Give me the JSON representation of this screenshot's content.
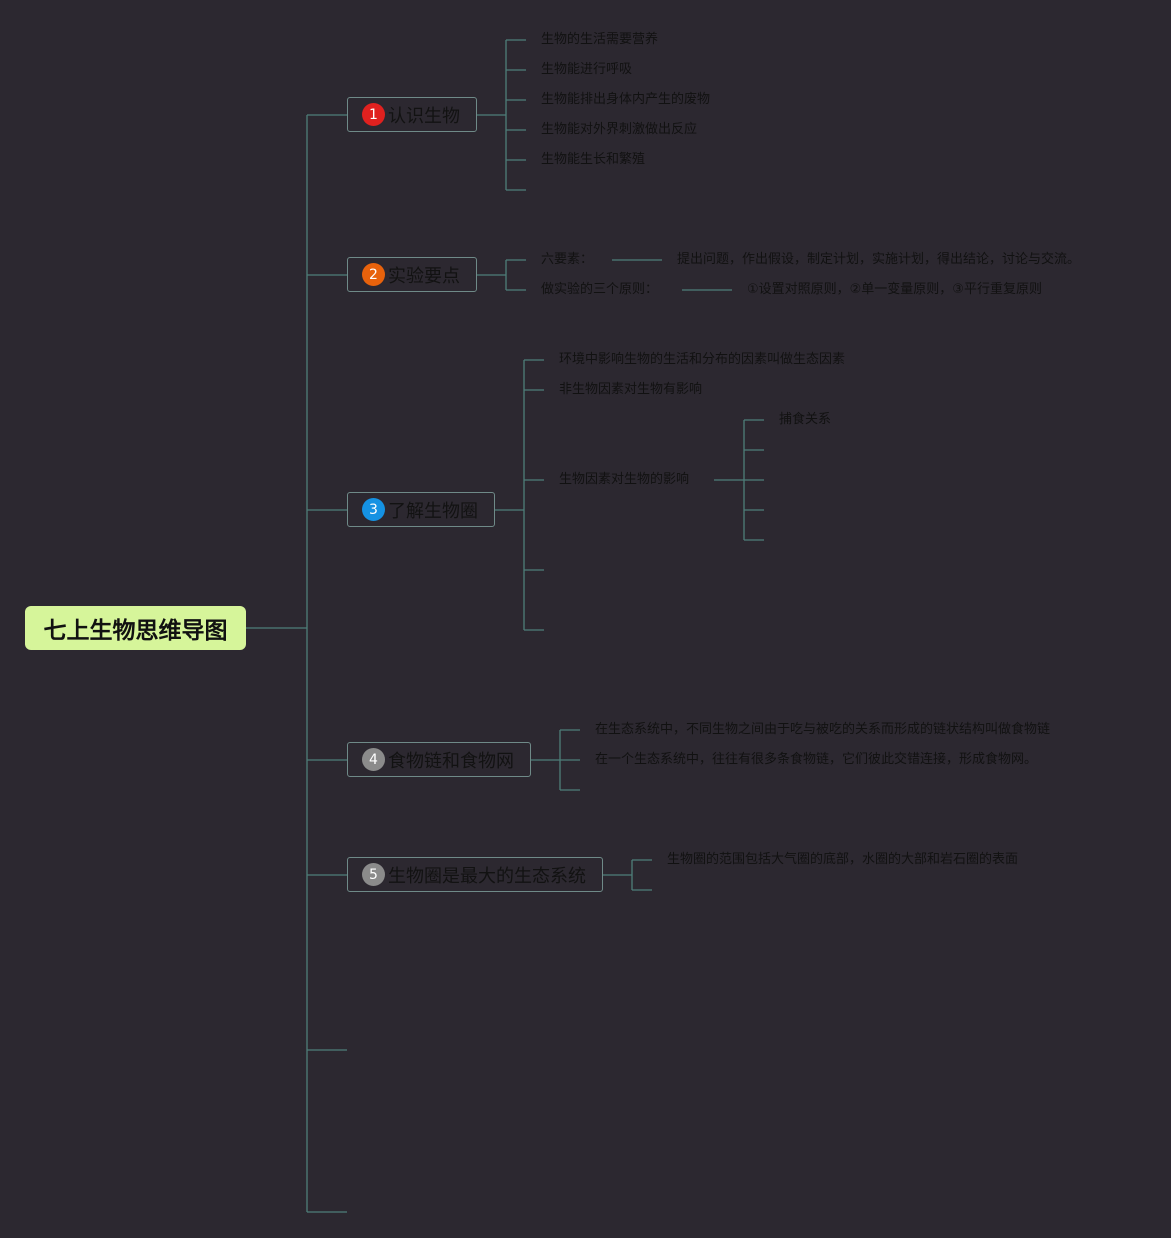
{
  "root": {
    "title": "七上生物思维导图"
  },
  "topics": [
    {
      "number": "1",
      "badge_color": "#e0211f",
      "title": "认识生物",
      "items": [
        "生物的生活需要营养",
        "生物能进行呼吸",
        "生物能排出身体内产生的废物",
        "生物能对外界刺激做出反应",
        "生物能生长和繁殖"
      ]
    },
    {
      "number": "2",
      "badge_color": "#e8620c",
      "title": "实验要点",
      "items": [
        {
          "label": "六要素：",
          "detail": "提出问题，作出假设，制定计划，实施计划，得出结论，讨论与交流。"
        },
        {
          "label": "做实验的三个原则：",
          "detail": "①设置对照原则，②单一变量原则，③平行重复原则"
        }
      ]
    },
    {
      "number": "3",
      "badge_color": "#1592e3",
      "title": "了解生物圈",
      "items": [
        "环境中影响生物的生活和分布的因素叫做生态因素",
        "非生物因素对生物有影响",
        "生物因素对生物的影响"
      ],
      "sub_items": [
        "捕食关系"
      ]
    },
    {
      "number": "4",
      "badge_color": "#8b8b8b",
      "title": "食物链和食物网",
      "items": [
        "在生态系统中，不同生物之间由于吃与被吃的关系而形成的链状结构叫做食物链",
        "在一个生态系统中，往往有很多条食物链，它们彼此交错连接，形成食物网。"
      ]
    },
    {
      "number": "5",
      "badge_color": "#8b8b8b",
      "title": "生物圈是最大的生态系统",
      "items": [
        "生物圈的范围包括大气圈的底部，水圈的大部和岩石圈的表面"
      ]
    }
  ]
}
